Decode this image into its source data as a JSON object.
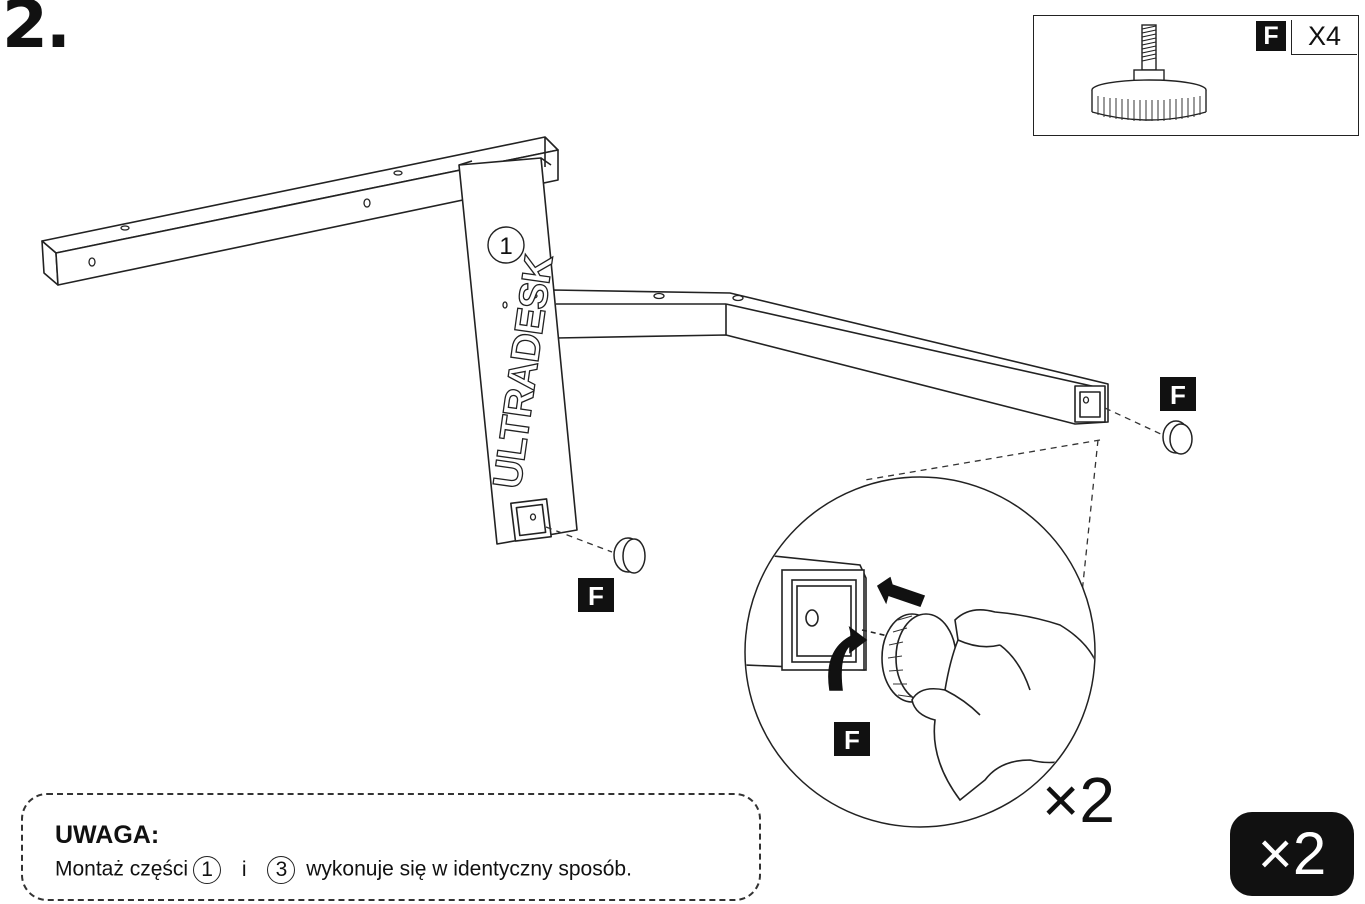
{
  "step": {
    "number": "2."
  },
  "parts_box": {
    "tag": "F",
    "quantity": "X4"
  },
  "labels": {
    "part_one": "1",
    "part_tag": "F",
    "brand": "ULTRADESK"
  },
  "zoom": {
    "multiplier": "×2"
  },
  "note": {
    "title": "UWAGA:",
    "text_before": "Montaż części",
    "part_a": "1",
    "conjunction": "i",
    "part_b": "3",
    "text_after": "wykonuje się w identyczny sposób."
  },
  "badge": {
    "multiplier": "×2"
  }
}
